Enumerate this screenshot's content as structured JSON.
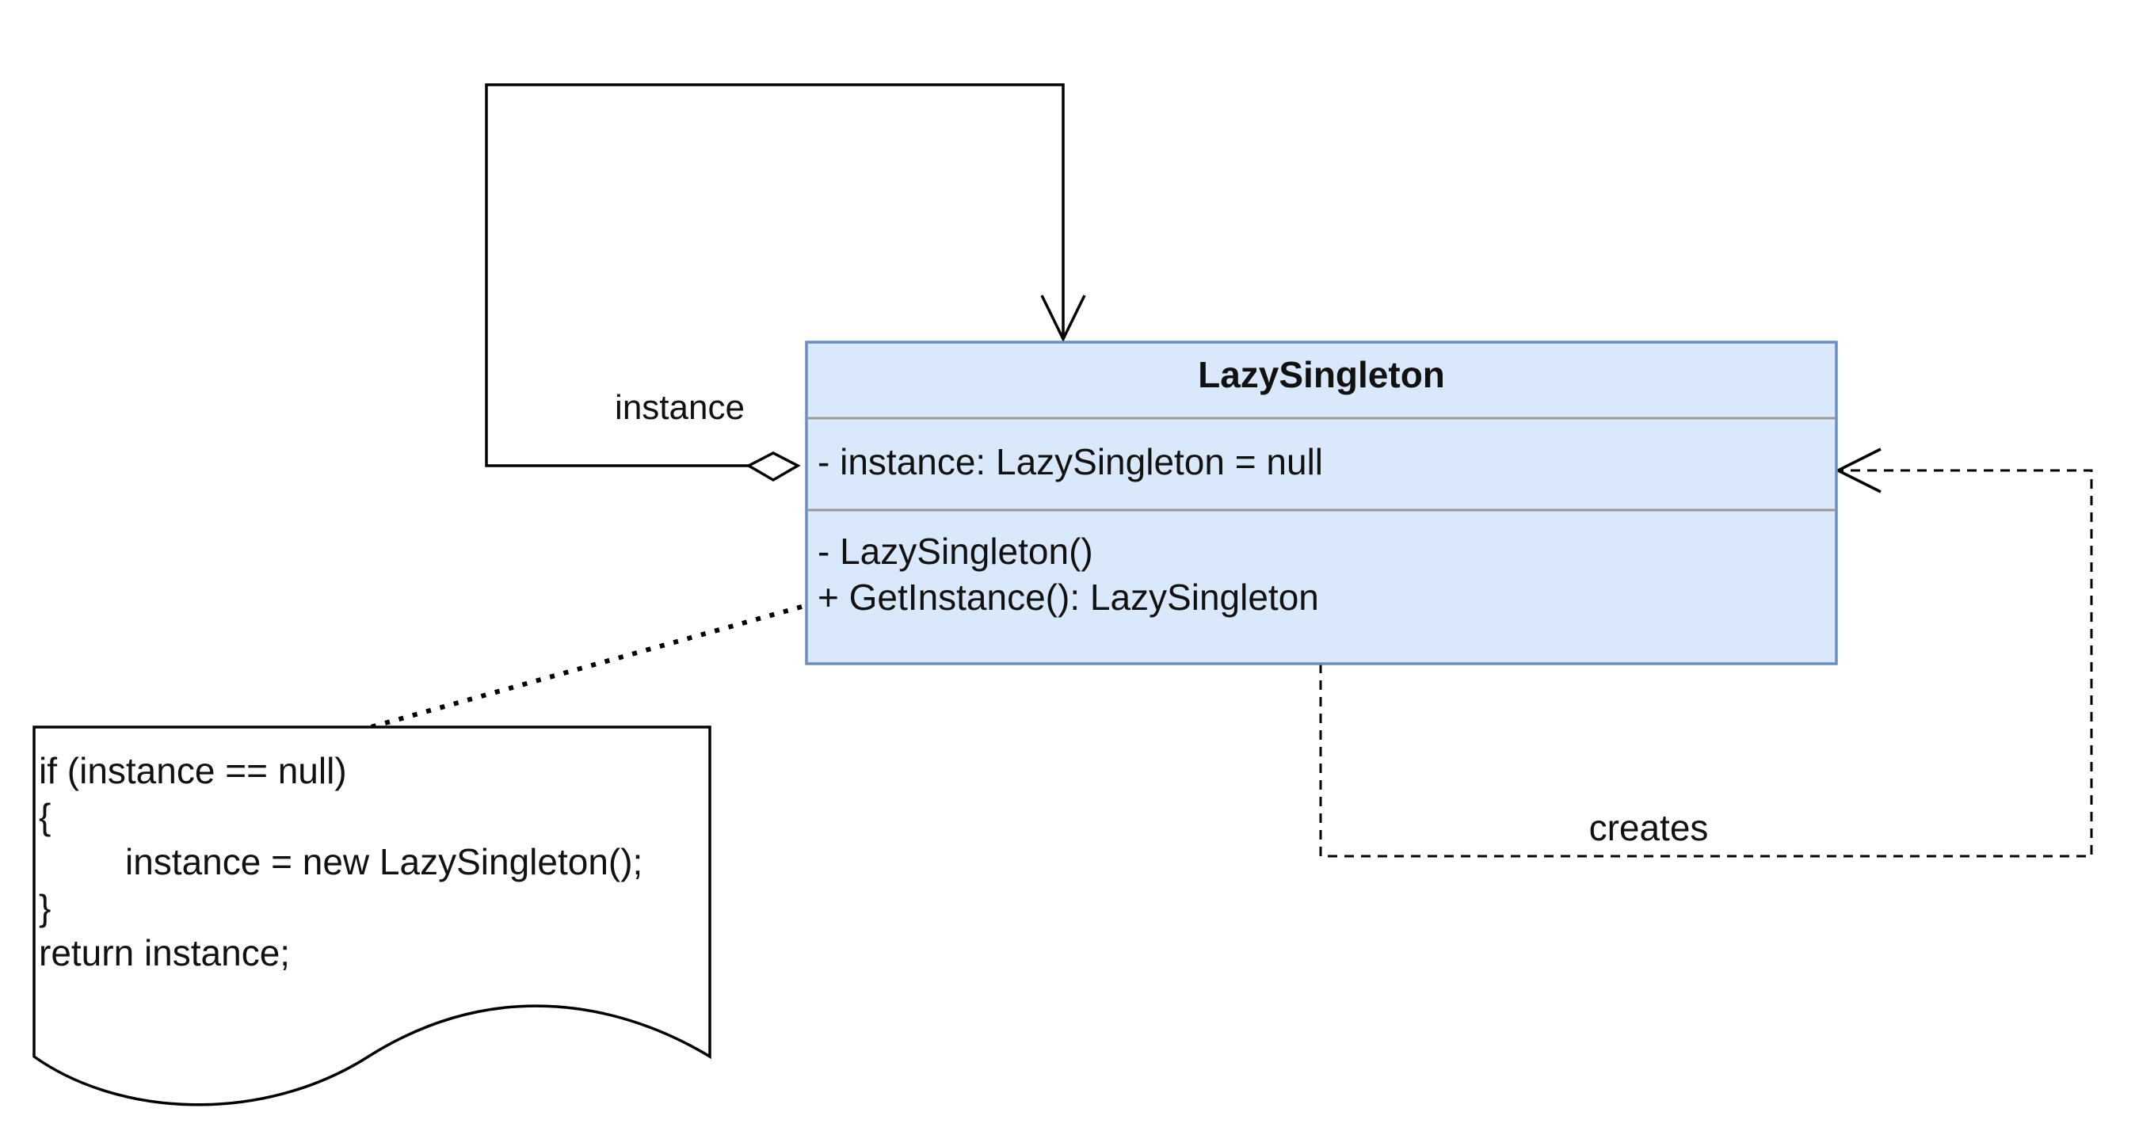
{
  "colors": {
    "class_fill": "#dae8fc",
    "class_stroke": "#6c8ebf",
    "divider": "#999999",
    "line": "#000000"
  },
  "class_box": {
    "name": "LazySingleton",
    "attribute": "- instance: LazySingleton = null",
    "methods": [
      "- LazySingleton()",
      "+ GetInstance(): LazySingleton"
    ]
  },
  "associations": {
    "self_aggregation_label": "instance",
    "dependency_label": "creates"
  },
  "note": {
    "lines": [
      "if (instance == null)",
      "{",
      "instance = new LazySingleton();",
      "}",
      "return instance;"
    ]
  }
}
